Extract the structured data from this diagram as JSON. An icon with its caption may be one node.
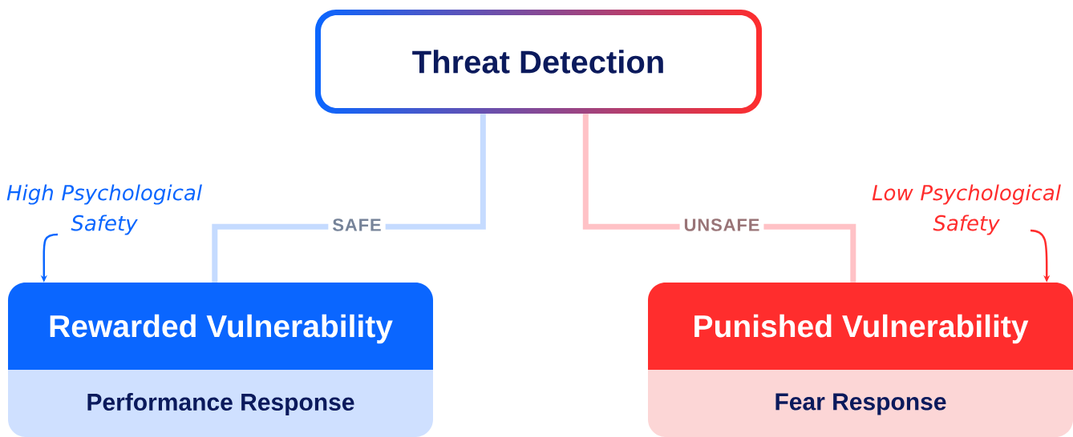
{
  "diagram": {
    "nodes": [
      {
        "text": [
          "Threat Detection"
        ]
      },
      {
        "text": [
          "Rewarded Vulnerability",
          "Performance Response"
        ]
      },
      {
        "text": [
          "Punished Vulnerability",
          "Fear Response"
        ]
      },
      {
        "text": [
          "High Psychological Safety"
        ]
      },
      {
        "text": [
          "Low Psychological Safety"
        ]
      }
    ],
    "edges": [
      {
        "from": 0,
        "to": 1,
        "arrow": "none",
        "label": "SAFE",
        "style": "thick",
        "color": "#c5dbff"
      },
      {
        "from": 0,
        "to": 2,
        "arrow": "none",
        "label": "UNSAFE",
        "style": "thick",
        "color": "#ffc2c6"
      },
      {
        "from": 3,
        "to": 1,
        "arrow": "to",
        "color": "#0a66ff"
      },
      {
        "from": 4,
        "to": 2,
        "arrow": "to",
        "color": "#ff2d2d"
      }
    ]
  }
}
